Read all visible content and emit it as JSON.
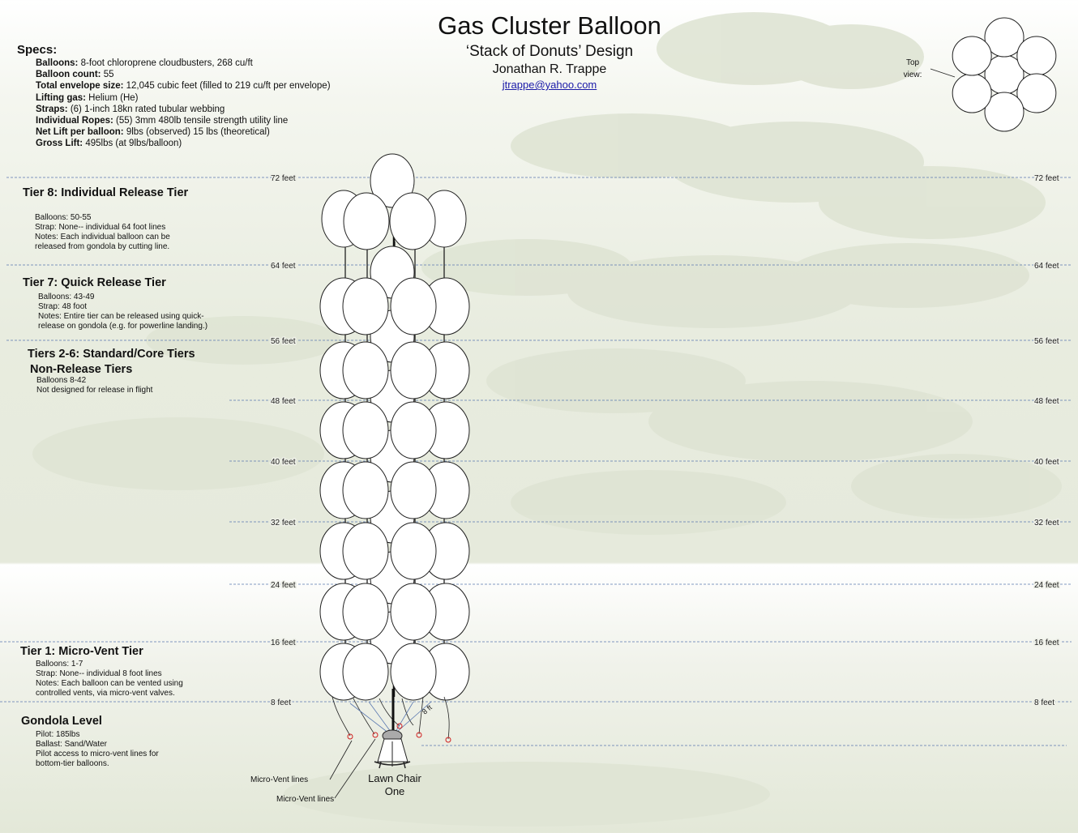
{
  "title": "Gas Cluster Balloon",
  "subtitle": "‘Stack of Donuts’ Design",
  "author": "Jonathan R. Trappe",
  "email": "jtrappe@yahoo.com",
  "specs": {
    "heading": "Specs:",
    "items": [
      {
        "label": "Balloons:",
        "value": "8-foot chloroprene cloudbusters, 268 cu/ft"
      },
      {
        "label": "Balloon count:",
        "value": "55"
      },
      {
        "label": "Total envelope size:",
        "value": "12,045 cubic feet (filled to 219 cu/ft per envelope)"
      },
      {
        "label": "Lifting gas:",
        "value": "Helium (He)"
      },
      {
        "label": "Straps:",
        "value": "(6) 1-inch 18kn rated tubular webbing"
      },
      {
        "label": "Individual Ropes:",
        "value": "(55) 3mm 480lb tensile strength utility line"
      },
      {
        "label": "Net Lift per balloon:",
        "value": "9lbs (observed) 15 lbs (theoretical)"
      },
      {
        "label": "Gross Lift:",
        "value": "495lbs (at 9lbs/balloon)"
      }
    ]
  },
  "top_view_label_line1": "Top",
  "top_view_label_line2": "view:",
  "feet_levels": [
    {
      "label": "72 feet",
      "value": 72
    },
    {
      "label": "64 feet",
      "value": 64
    },
    {
      "label": "56 feet",
      "value": 56
    },
    {
      "label": "48 feet",
      "value": 48
    },
    {
      "label": "40 feet",
      "value": 40
    },
    {
      "label": "32 feet",
      "value": 32
    },
    {
      "label": "24 feet",
      "value": 24
    },
    {
      "label": "16 feet",
      "value": 16
    },
    {
      "label": "8 feet",
      "value": 8
    }
  ],
  "tiers": {
    "t8": {
      "heading": "Tier 8: Individual Release Tier",
      "lines": [
        "Balloons: 50-55",
        "Strap: None-- individual 64 foot lines",
        "Notes: Each individual balloon can be",
        "released from gondola by cutting line."
      ]
    },
    "t7": {
      "heading": "Tier 7: Quick Release  Tier",
      "lines": [
        "Balloons: 43-49",
        "Strap: 48 foot",
        "Notes: Entire tier can be released using quick-",
        "release on gondola (e.g. for powerline landing.)"
      ]
    },
    "t26": {
      "heading1": "Tiers 2-6: Standard/Core Tiers",
      "heading2": "Non-Release Tiers",
      "lines": [
        "Balloons 8-42",
        "Not designed for release in flight"
      ]
    },
    "t1": {
      "heading": "Tier 1: Micro-Vent Tier",
      "lines": [
        "Balloons: 1-7",
        "Strap: None-- individual 8 foot lines",
        "Notes: Each balloon can be vented using",
        "controlled vents, via micro-vent valves."
      ]
    },
    "gondola": {
      "heading": "Gondola Level",
      "lines": [
        "Pilot: 185lbs",
        "Ballast: Sand/Water",
        "Pilot access to micro-vent lines for",
        "bottom-tier balloons."
      ]
    }
  },
  "micro_vent_label_1": "Micro-Vent lines",
  "micro_vent_label_2": "Micro-Vent lines",
  "gondola_label_line1": "Lawn Chair",
  "gondola_label_line2": "One",
  "strap_label": "8 ft",
  "colors": {
    "guide_line": "#5a78b0",
    "balloon_fill": "#ffffff",
    "balloon_stroke": "#222222",
    "vent_marker": "#d02020",
    "link": "#1a1aa8"
  }
}
